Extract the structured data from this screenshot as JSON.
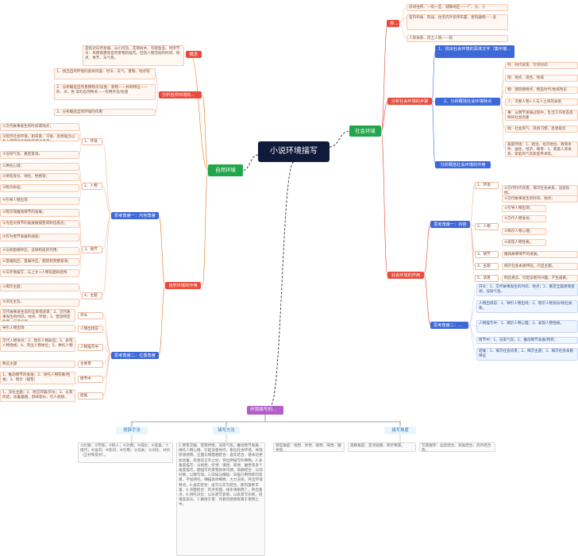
{
  "central": "小说环境描写",
  "natural": {
    "title": "自然环境",
    "concept_label": "概念",
    "concept_text": "是指对日月星辰、山川河流、花草树木、鸟兽鱼虫、时序节令、风雨雷霆等自然景物的描写。包括人物活动的时间、地点、季节、天气等。",
    "steps_label": "分析自然环境的步骤",
    "steps": [
      "1、找出自然环境的具体内容：时令、天气、景物、地点等",
      "2、分析概括自然景物特点/氛围：景物——并同特征——形、声、色 等的自然特点——作用手法/氛围",
      "3、分析概括自然环境的作用"
    ],
    "role_label": "自然环境的作用",
    "inner_label": "思考角度一：内容角度",
    "inner": [
      {
        "label": "1、环境",
        "items": [
          "①交代故事发生的时间或地点；",
          "②暗示社会环境，如背景、习俗、思想观念以及人物所处的时代风貌关系等；",
          "③渲染气氛，奠定基调。"
        ]
      },
      {
        "label": "2、人物",
        "items": [
          "①烘托心境；",
          "②体现身份、地位、性格等；",
          "③暗示命运；",
          "④引导人物出场"
        ]
      },
      {
        "label": "3、情节",
        "items": [
          "①暗示或推动情节的发展；",
          "②为后文情节的发展做铺垫或制造悬念；",
          "③作为情节发展的线索；",
          "④与标题相呼应，这样构成的作用；",
          "⑤首尾照应，首尾呼应，使结构完整紧凑；",
          "⑥与环境描写、与上文+人物前面的结构"
        ]
      },
      {
        "label": "4、主题",
        "items": [
          "①揭示主题；",
          "②深化主旨。"
        ]
      }
    ],
    "pos_label": "思考角度二：位置角度",
    "pos": [
      {
        "label": "开头",
        "items": [
          "交代故事发生前的全景或背景；2、交代故事发生的时间、地点、环境；3、营造特定氛围，渲染气氛"
        ]
      },
      {
        "label": "人物出场前",
        "items": [
          "导引人物出场"
        ]
      },
      {
        "label": "人物描写中",
        "items": [
          "交代人物身份；2、暗示人物命运；3、表现人物性格；4、突出人物地位；5、烘托人物"
        ]
      },
      {
        "label": "主要景",
        "items": [
          "象征主题"
        ]
      },
      {
        "label": "情节中",
        "items": [
          "1、推动情节的发展；2、烘托人物形象/性格；3、暗示（铺垫）"
        ]
      },
      {
        "label": "结尾",
        "items": [
          "1、深化主题；2、呼应开篇/开头；3、以景作结，含蓄蕴藉，韵味悠长，引人遐想。"
        ]
      }
    ]
  },
  "social": {
    "title": "社会环境",
    "types_label": "类型",
    "types": [
      "房间住所、一街一区、城镇地区——广、大、小",
      "室内布局、陈设、住宅内外装饰布置、建筑器物——多",
      "人际关系、风土人情——软"
    ],
    "steps_label": "分析社会环境的步骤",
    "steps": [
      {
        "label": "1、找出社会环境的具体文字（集中描写，分散描写，人与人的关系等）",
        "items": []
      },
      {
        "label": "2、分析概括社会环境特点",
        "items": [
          "时：时代背景、写作时间",
          "地：地点、场合、地域",
          "物：建筑物特点、物品时代/地域色彩",
          "人：次要人物+人与人之间的关系",
          "事：从情节发展过程中，生活工作状态反映的社会因素",
          "俗：社会风气、风俗习惯、思想观念",
          "家庭环境：1、政治、经济地位、教育条件、居住、经济、教育：1、家庭人际关系、家庭风气及家庭传承等。"
        ]
      },
      {
        "label": "分析概括社会环境的作用",
        "items": []
      }
    ],
    "role_label": "社会环境的作用",
    "inner_label": "思考角度一：内容",
    "inner": [
      {
        "label": "1、环境",
        "items": [
          "①交代故事发生的时间、地点；",
          "②交代时代背景，揭示社会关系，渲染氛围。"
        ]
      },
      {
        "label": "2、人物",
        "items": [
          "①引导人物出场；",
          "②交代人物身份；",
          "③揭示人物心理；",
          "④表现人物性格。"
        ]
      },
      {
        "label": "3、情节",
        "items": [
          "推动故事情节的发展。"
        ]
      },
      {
        "label": "4、主题",
        "items": [
          "揭示社会本质特征，凸显主题。"
        ]
      },
      {
        "label": "5、读者",
        "items": [
          "制造悬念、引起读者的兴趣，产生逼真。"
        ]
      }
    ],
    "pos_label": "思考角度二：位置",
    "pos": [
      "开头：1、交代故事发生的时间、地点；2、奠定全篇感情基调，渲染气氛。",
      "人物出场前：1、导引人物出场；2、暗示人物身份/地位关系。",
      "人物描写中：1、揭示人物心理；2、表现人物性格。",
      "情节中：1、渲染气氛；2、推动情节发展/转折。",
      "结尾：1、揭示社会背景；2、揭示主题；3、揭示社会本质特征"
    ]
  },
  "method": {
    "title": "环境描写的手法",
    "cols": [
      {
        "label": "修辞手法",
        "text": "①比喻；②夸张；③拟人；④对偶；⑤排比；⑥反复；⑦借代；⑧设问；⑨反问；⑩引用；⑪双关；⑫对比，衬托（正衬和反衬）。"
      },
      {
        "label": "描写方法",
        "text": "1.情景交融、借景抒情，渲染气氛，推动情节发展，烘托人物心情，引起读者共鸣，象征社会环境，体现思想感情。正面与侧面相结合：虚实结合，使表达更加含蓄，有意在言外之妙，突出所描写的事物。2.多角度描写：从视觉、听觉、嗅觉、味觉、触觉等多个角度描写，使描写的景物具体可感。动静结合：以动衬静，以静写动。3.白描与细描：白描只用简练的笔墨，不加烘托，细描具体细致，大力渲染，突出环境特点。4.虚实结合：虚写与实写结合，使内容更丰富。5.点面结合：有点有面，线条清晰明了，突出重点。6.烘托对比：以乐景写哀情，以哀景写乐情，倍增其哀乐。7.寓情于景：作者的感情寄寓于景物之中。"
      },
      {
        "label": "描写角度",
        "items": [
          "感官角度：视觉、听觉、嗅觉、味觉、触觉等。",
          "观察角度：定点观察、移步换景。",
          "写景顺序：远近结合，高低结合，内外结合等。"
        ]
      }
    ]
  }
}
